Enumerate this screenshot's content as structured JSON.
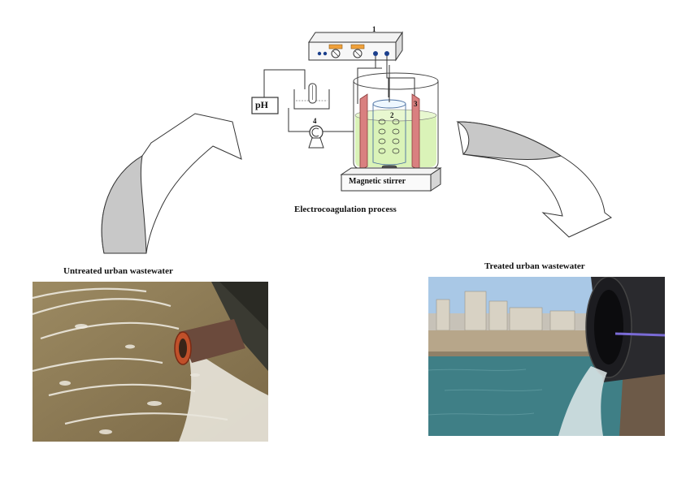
{
  "labels": {
    "process": "Electrocoagulation process",
    "untreated": "Untreated urban wastewater",
    "treated": "Treated urban wastewater"
  },
  "apparatus": {
    "ph": "pH",
    "stirrer": "Magnetic stirrer",
    "num1": "1",
    "num2": "2",
    "num3": "3",
    "num4": "4"
  },
  "colors": {
    "arrow_fill": "#c8c8c8",
    "solution": "#d8f2b4",
    "electrode": "#d98080",
    "water": "#3f7f86",
    "sky": "#a9c8e6",
    "wastewater": "#8d7a55"
  },
  "icons": [
    "arrow-curved-up",
    "arrow-curved-down",
    "pump-icon",
    "probe-icon"
  ]
}
